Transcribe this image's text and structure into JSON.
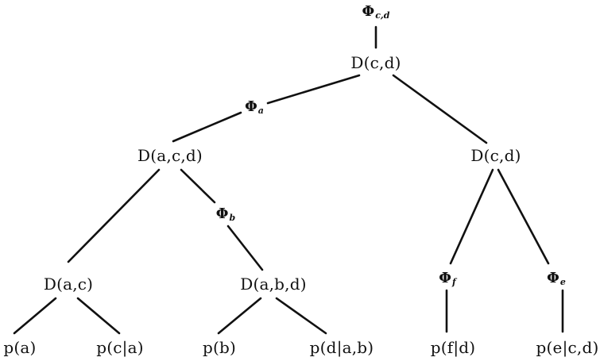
{
  "nodes": {
    "root": "D(c,d)",
    "left": "D(a,c,d)",
    "right": "D(c,d)",
    "ll": "D(a,c)",
    "lr": "D(a,b,d)"
  },
  "leaves": {
    "pa": "p(a)",
    "pca": "p(c|a)",
    "pb": "p(b)",
    "pdab": "p(d|a,b)",
    "pfd": "p(f|d)",
    "pecd": "p(e|c,d)"
  },
  "messages": {
    "phi_cd": {
      "symbol": "Φ",
      "sub": "c,d"
    },
    "phi_a": {
      "symbol": "Φ",
      "sub": "a"
    },
    "phi_b": {
      "symbol": "Φ",
      "sub": "b"
    },
    "phi_f": {
      "symbol": "Φ",
      "sub": "f"
    },
    "phi_e": {
      "symbol": "Φ",
      "sub": "e"
    }
  }
}
